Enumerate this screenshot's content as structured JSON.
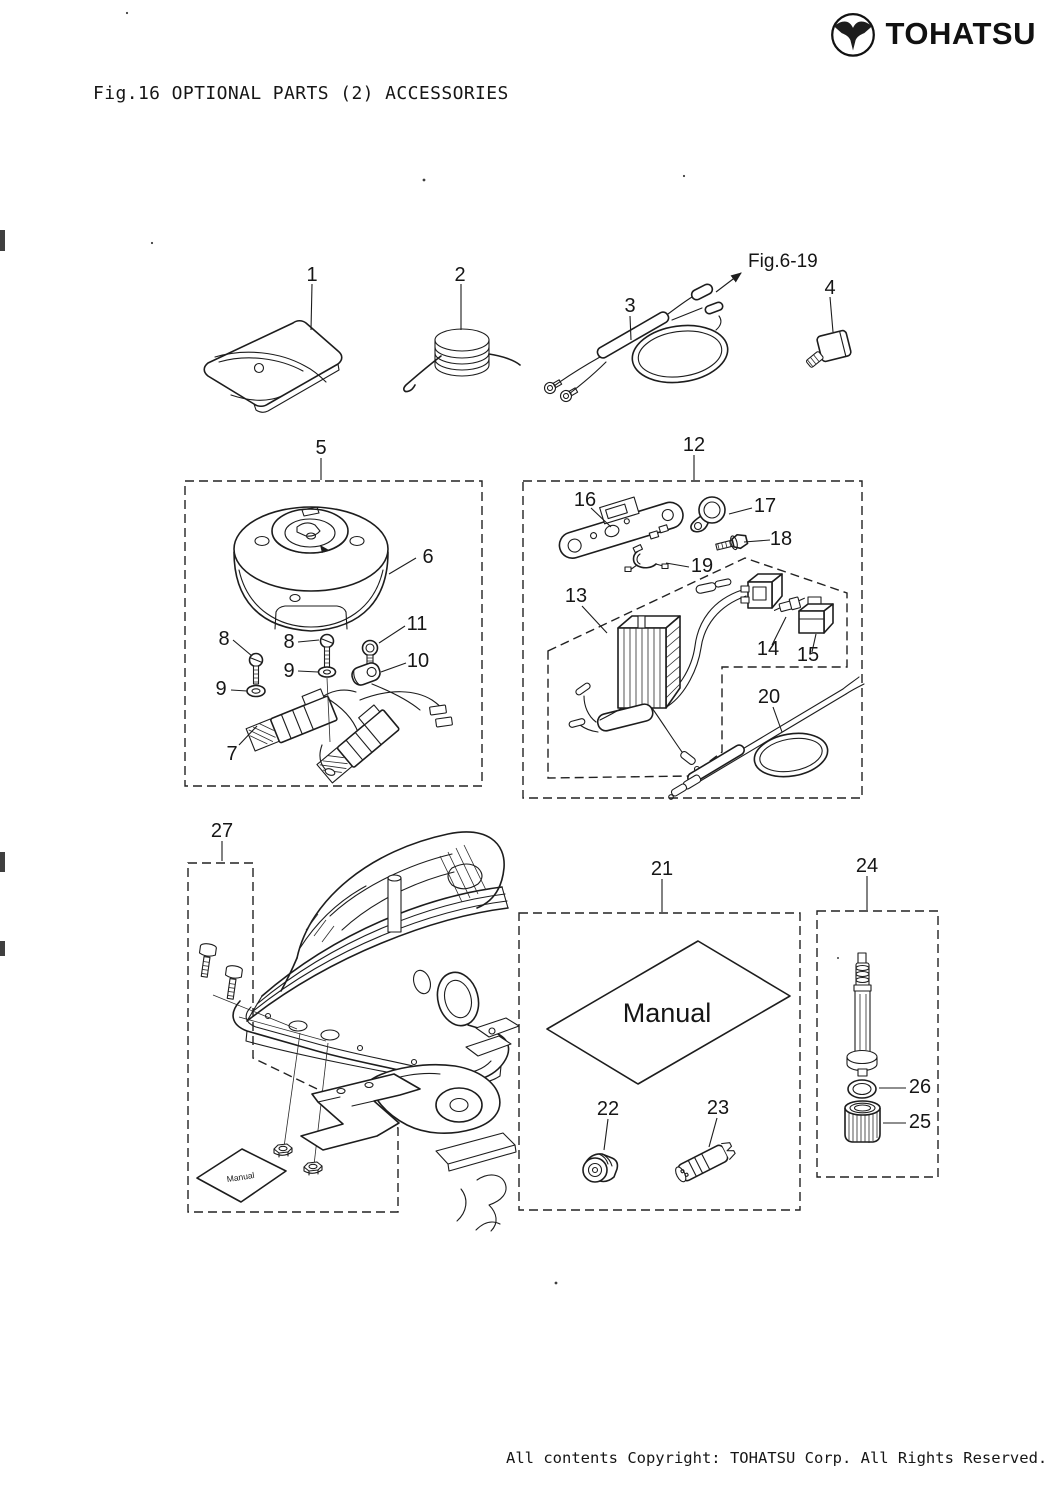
{
  "page": {
    "brand": "TOHATSU",
    "title": "Fig.16 OPTIONAL PARTS (2) ACCESSORIES",
    "footer": "All contents Copyright: TOHATSU Corp. All Rights Reserved.",
    "paper_color": "#ffffff",
    "ink_color": "#1d1d1d"
  },
  "figure": {
    "reference": "Fig.6-19",
    "manual_book": "Manual",
    "manual_slip": "Manual",
    "labels": {
      "n1": "1",
      "n2": "2",
      "n3": "3",
      "n4": "4",
      "n5": "5",
      "n6": "6",
      "n7": "7",
      "n8a": "8",
      "n8b": "8",
      "n9a": "9",
      "n9b": "9",
      "n10": "10",
      "n11": "11",
      "n12": "12",
      "n13": "13",
      "n14": "14",
      "n15": "15",
      "n16": "16",
      "n17": "17",
      "n18": "18",
      "n19": "19",
      "n20": "20",
      "n21": "21",
      "n22": "22",
      "n23": "23",
      "n24": "24",
      "n25": "25",
      "n26": "26",
      "n27": "27"
    }
  }
}
